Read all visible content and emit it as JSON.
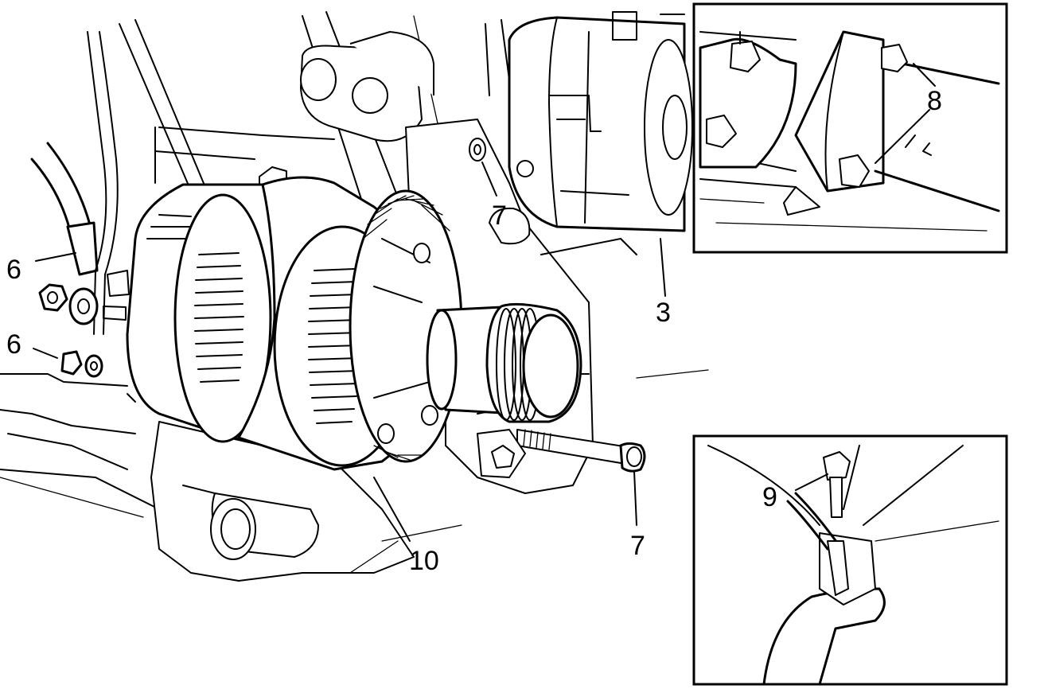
{
  "callouts": {
    "c3": "3",
    "c6a": "6",
    "c6b": "6",
    "c7a": "7",
    "c7b": "7",
    "c8": "8",
    "c9": "9",
    "c10": "10"
  }
}
